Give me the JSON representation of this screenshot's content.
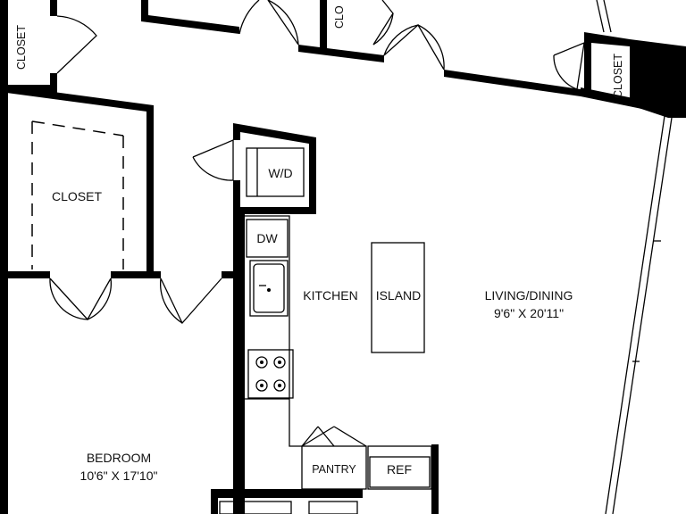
{
  "rooms": {
    "closet_top_left": "CLOSET",
    "closet_top_mid": "CLO",
    "closet_top_right": "CLOSET",
    "closet_left": "CLOSET",
    "wd": "W/D",
    "dw": "DW",
    "kitchen": "KITCHEN",
    "island": "ISLAND",
    "living_name": "LIVING/DINING",
    "living_dims": "9'6\" X 20'11\"",
    "bedroom_name": "BEDROOM",
    "bedroom_dims": "10'6\" X 17'10\"",
    "pantry": "PANTRY",
    "ref": "REF"
  },
  "colors": {
    "wall": "#000000",
    "background": "#ffffff"
  }
}
